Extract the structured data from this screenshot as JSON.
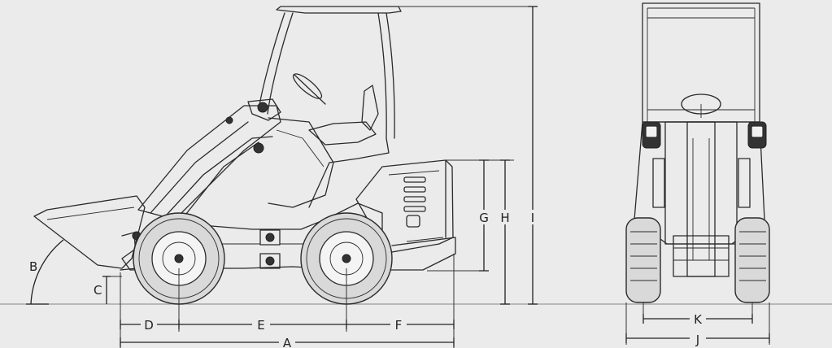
{
  "diagram": {
    "labels": {
      "A": "A",
      "B": "B",
      "C": "C",
      "D": "D",
      "E": "E",
      "F": "F",
      "G": "G",
      "H": "H",
      "I": "I",
      "J": "J",
      "K": "K"
    },
    "views": [
      "side-view",
      "front-view"
    ],
    "colors": {
      "background": "#ebebeb",
      "line": "#2a2a2a"
    }
  }
}
